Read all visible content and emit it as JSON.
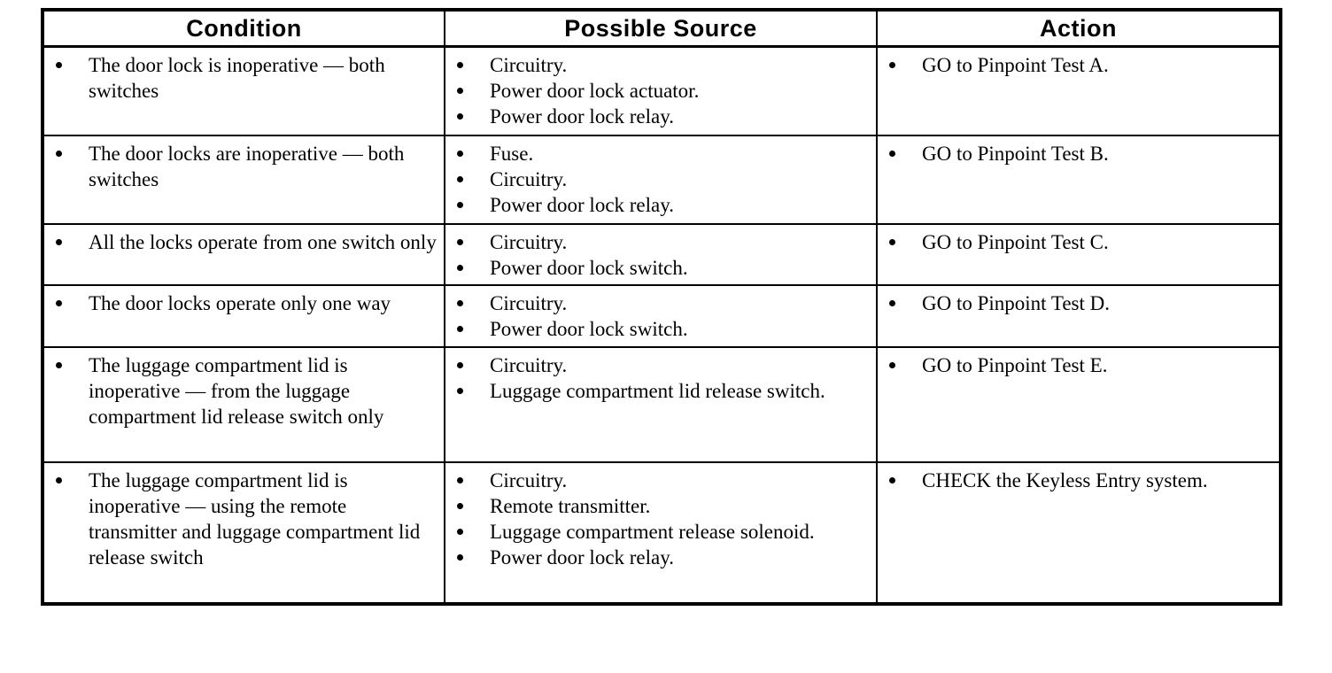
{
  "colors": {
    "ink": "#000000",
    "paper": "#ffffff"
  },
  "table": {
    "headers": [
      "Condition",
      "Possible Source",
      "Action"
    ],
    "rows": [
      {
        "condition": [
          "The door lock is inoperative — both switches"
        ],
        "sources": [
          "Circuitry.",
          "Power door lock actuator.",
          "Power door lock relay."
        ],
        "actions": [
          "GO to Pinpoint Test A."
        ]
      },
      {
        "condition": [
          "The door locks are inoperative — both switches"
        ],
        "sources": [
          "Fuse.",
          "Circuitry.",
          "Power door lock relay."
        ],
        "actions": [
          "GO to Pinpoint Test B."
        ]
      },
      {
        "condition": [
          "All the locks operate from one switch only"
        ],
        "sources": [
          "Circuitry.",
          "Power door lock switch."
        ],
        "actions": [
          "GO to Pinpoint Test C."
        ]
      },
      {
        "condition": [
          "The door locks operate only one way"
        ],
        "sources": [
          "Circuitry.",
          "Power door lock switch."
        ],
        "actions": [
          "GO to Pinpoint Test D."
        ]
      },
      {
        "condition": [
          "The luggage compartment lid is inoperative — from the luggage compartment lid release switch only"
        ],
        "sources": [
          "Circuitry.",
          "Luggage compartment lid release switch."
        ],
        "actions": [
          "GO to Pinpoint Test E."
        ]
      },
      {
        "condition": [
          "The luggage compartment lid is inoperative — using the remote transmitter and luggage compartment lid release switch"
        ],
        "sources": [
          "Circuitry.",
          "Remote transmitter.",
          "Luggage compartment release solenoid.",
          "Power door lock relay."
        ],
        "actions": [
          "CHECK the Keyless Entry system."
        ]
      }
    ]
  }
}
